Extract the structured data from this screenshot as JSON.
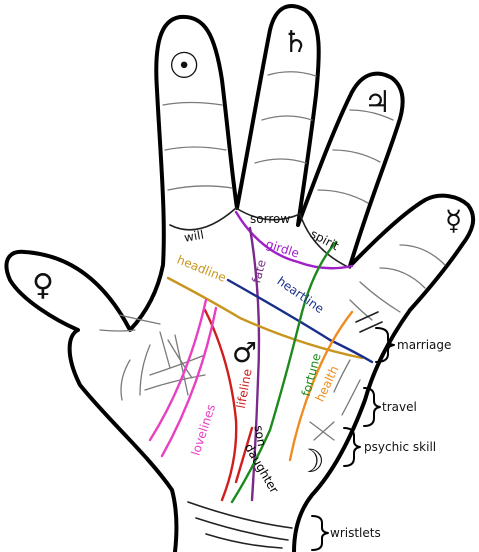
{
  "planet_symbols": {
    "saturn_finger": "☉",
    "middle_finger": "♄",
    "ring_finger": "♃",
    "pinky": "☿",
    "thumb": "♀",
    "palm_center": "♂",
    "moon": "☽"
  },
  "finger_base_labels": {
    "will": "will",
    "sorrow": "sorrow",
    "spirit": "spirit"
  },
  "palm_lines": {
    "girdle": {
      "label": "girdle",
      "color": "#a020c8"
    },
    "fate": {
      "label": "fate",
      "color": "#7a2a8a"
    },
    "headline": {
      "label": "headline",
      "color": "#c8961e"
    },
    "heartline": {
      "label": "heartline",
      "color": "#1a2f8a"
    },
    "fortune": {
      "label": "fortune",
      "color": "#1e8a1e"
    },
    "health": {
      "label": "health",
      "color": "#f08c1e"
    },
    "lifeline": {
      "label": "lifeline",
      "color": "#d01e1e"
    },
    "son": {
      "label": "son",
      "color": "#000000"
    },
    "daughter": {
      "label": "daughter",
      "color": "#000000"
    },
    "lovelines": {
      "label": "lovelines",
      "color": "#e840c0"
    }
  },
  "side_labels": {
    "marriage": "marriage",
    "travel": "travel",
    "psychic_skill": "psychic skill",
    "wristlets": "wristlets"
  }
}
